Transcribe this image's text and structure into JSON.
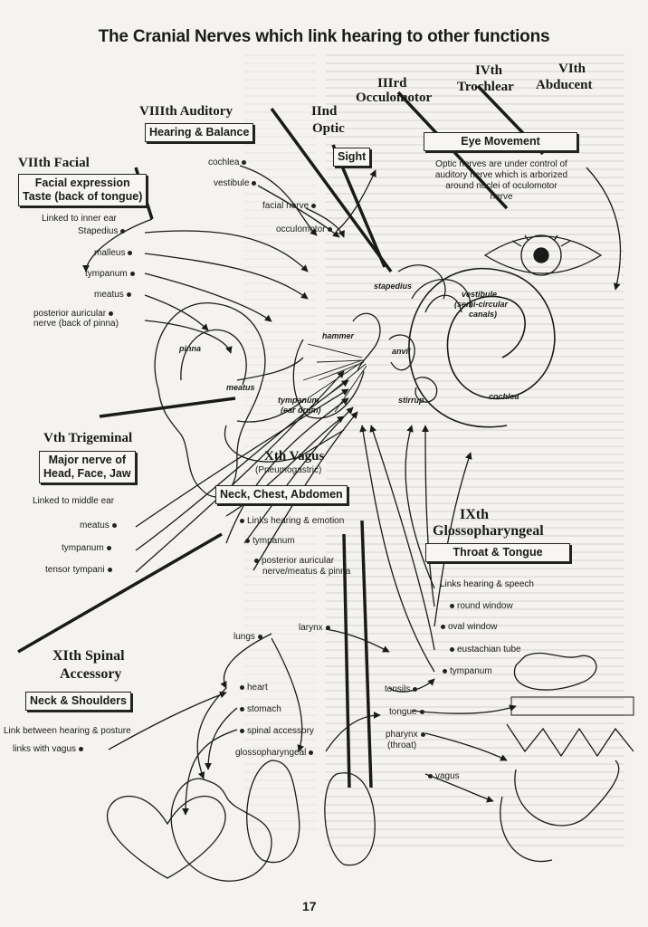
{
  "title": "The Cranial Nerves which link hearing to other functions",
  "page_number": "17",
  "nerves": {
    "auditory": {
      "name": "VIIIth Auditory",
      "box": "Hearing & Balance",
      "items": [
        "cochlea",
        "vestibule",
        "facial nerve",
        "occulomotor"
      ]
    },
    "optic": {
      "name_1": "IInd",
      "name_2": "Optic",
      "box": "Sight"
    },
    "occulomotor": {
      "name_1": "IIIrd",
      "name_2": "Occulomotor"
    },
    "trochlear": {
      "name_1": "IVth",
      "name_2": "Trochlear"
    },
    "abducent": {
      "name_1": "VIth",
      "name_2": "Abducent"
    },
    "eye_movement": {
      "box": "Eye Movement",
      "note": "Optic nerves are under control of auditory nerve which is arborized around nuclei of oculomotor nerve"
    },
    "facial": {
      "name": "VIIth Facial",
      "box_1": "Facial expression",
      "box_2": "Taste (back of tongue)",
      "linked": "Linked to inner ear",
      "items": [
        "Stapedius",
        "malleus",
        "tympanum",
        "meatus",
        "posterior auricular",
        "nerve (back of pinna)"
      ]
    },
    "trigeminal": {
      "name": "Vth Trigeminal",
      "box_1": "Major nerve of",
      "box_2": "Head, Face, Jaw",
      "linked": "Linked to middle ear",
      "items": [
        "meatus",
        "tympanum",
        "tensor tympani"
      ]
    },
    "vagus": {
      "name": "Xth Vagus",
      "sub": "(Pneumogastric)",
      "box": "Neck, Chest, Abdomen",
      "linked": "Links hearing & emotion",
      "items": [
        "tympanum",
        "posterior auricular",
        "nerve/meatus & pinna"
      ],
      "organs": [
        "larynx",
        "lungs",
        "heart",
        "stomach",
        "spinal accessory",
        "glossopharyngeal"
      ]
    },
    "glossopharyngeal": {
      "name_1": "IXth",
      "name_2": "Glossopharyngeal",
      "box": "Throat & Tongue",
      "linked": "Links hearing & speech",
      "items": [
        "round window",
        "oval window",
        "eustachian tube",
        "tympanum",
        "tonsils",
        "tongue",
        "pharynx",
        "(throat)",
        "vagus"
      ]
    },
    "spinal": {
      "name_1": "XIth Spinal",
      "name_2": "Accessory",
      "box": "Neck & Shoulders",
      "linked": "Link between hearing & posture",
      "items": [
        "links with vagus"
      ]
    }
  },
  "ear_labels": {
    "pinna": "pinna",
    "meatus": "meatus",
    "tympanum": "tympanum",
    "ear_drum": "(ear drum)",
    "hammer": "hammer",
    "anvil": "anvil",
    "stirrup": "stirrup",
    "stapedius": "stapedius",
    "vestibule": "vestibule",
    "semi_circular": "(semi-circular",
    "canals": "canals)",
    "cochlea": "cochlea"
  }
}
